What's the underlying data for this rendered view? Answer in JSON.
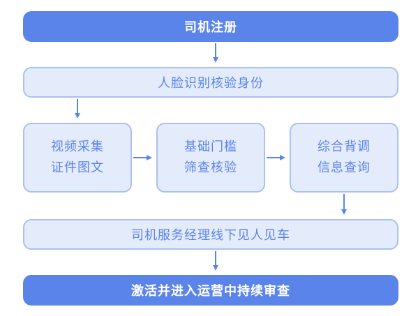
{
  "flow": {
    "register": "司机注册",
    "face_check": "人脸识别核验身份",
    "video_collect": {
      "line1": "视频采集",
      "line2": "证件图文"
    },
    "basic_screening": {
      "line1": "基础门槛",
      "line2": "筛查核验"
    },
    "integrated_background": {
      "line1": "综合背调",
      "line2": "信息查询"
    },
    "offline_meeting": "司机服务经理线下见人见车",
    "activate": "激活并进入运营中持续审查"
  },
  "colors": {
    "primary": "#5b84ea",
    "light_fill": "#e4ecfb",
    "light_border": "#a9c0f1"
  }
}
